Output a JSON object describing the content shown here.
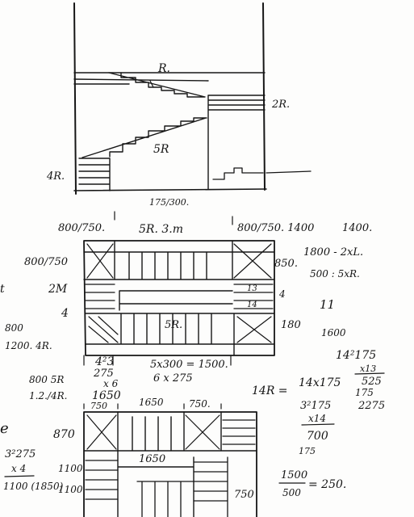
{
  "notes": {
    "section_label_r": "R.",
    "section_label_2r": "2R.",
    "section_label_5r": "5R",
    "section_label_4r": "4R.",
    "section_dim": "175/300.",
    "plan1_top_left": "800/750.",
    "plan1_top_mid": "5R. 3.m",
    "plan1_top_right": "800/750. 1400",
    "plan1_top_far_right": "1400.",
    "plan1_left_dim": "800/750",
    "plan1_right_dim": "850.",
    "plan1_right_13": "13",
    "plan1_right_4": "4",
    "plan1_right_14": "14",
    "plan1_right_180": "180",
    "plan1_left_2m": "2M",
    "plan1_left_4": "4",
    "plan1_left_800": "800",
    "plan1_left_1200": "1200. 4R.",
    "plan1_mid_5r": "5R.",
    "plan1_bot_423": "4²3",
    "plan1_bot_275": "275",
    "plan1_bot_x6": "x 6",
    "plan1_bot_1650": "1650",
    "plan1_bot_5x300": "5x300 = 1500.",
    "plan1_bot_6x275": "6 x 275",
    "left_800_5r": "800  5R",
    "left_1214": "1.2./4R.",
    "right_1800": "1800 - 2xL.",
    "right_500": "500 : 5xR.",
    "right_11": "11",
    "right_1600": "1600",
    "calc_14_175": "14²175",
    "calc_x13": "x13",
    "calc_525": "525",
    "calc_175a": "175",
    "calc_2275": "2275",
    "calc_14r": "14R =",
    "calc_14x175": "14x175",
    "calc_3175": "3²175",
    "calc_x14": "x14",
    "calc_700": "700",
    "calc_175b": "175",
    "plan2_750_a": "750",
    "plan2_1650_a": "1650",
    "plan2_750_b": "750.",
    "plan2_870": "870",
    "plan2_1650_b": "1650",
    "plan2_1100_a": "1100",
    "plan2_1100_b": "1100",
    "plan2_750_c": "750",
    "left_e": "e",
    "left_275": "3²275",
    "left_x4": "x 4",
    "left_1100": "1100 (1850)",
    "bottom_1500": "1500",
    "bottom_500": "500",
    "bottom_result": "= 250.",
    "left_t": "t"
  }
}
